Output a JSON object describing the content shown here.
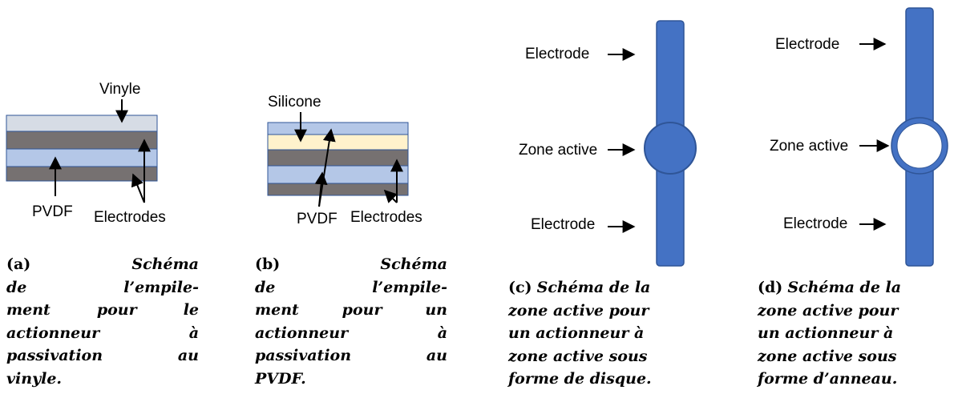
{
  "colors": {
    "electrode_gray": "#767171",
    "pvdf_blue": "#B4C7E7",
    "vinyl_blue": "#D6DCE5",
    "silicone_cream": "#FFF2CC",
    "border_blue": "#2F5597",
    "strip_blue": "#4472C4"
  },
  "panel_a": {
    "labels": {
      "vinyle": "Vinyle",
      "pvdf": "PVDF",
      "electrodes": "Electrodes"
    },
    "caption": {
      "tag": "(a)",
      "lines": [
        [
          "Schéma"
        ],
        [
          "de",
          "l’empile-"
        ],
        [
          "ment",
          "pour",
          "le"
        ],
        [
          "actionneur",
          "à"
        ],
        [
          "passivation",
          "au"
        ],
        [
          "vinyle."
        ]
      ]
    }
  },
  "panel_b": {
    "labels": {
      "silicone": "Silicone",
      "pvdf": "PVDF",
      "electrodes": "Electrodes"
    },
    "caption": {
      "tag": "(b)",
      "lines": [
        [
          "Schéma"
        ],
        [
          "de",
          "l’empile-"
        ],
        [
          "ment",
          "pour",
          "un"
        ],
        [
          "actionneur",
          "à"
        ],
        [
          "passivation",
          "au"
        ],
        [
          "PVDF."
        ]
      ]
    }
  },
  "panel_c": {
    "labels": {
      "electrode_top": "Electrode",
      "zone": "Zone active",
      "electrode_bottom": "Electrode"
    },
    "caption": {
      "tag": "(c)",
      "lines": [
        "Schéma de la",
        "zone active pour",
        "un actionneur à",
        "zone active sous",
        "forme de disque."
      ]
    }
  },
  "panel_d": {
    "labels": {
      "electrode_top": "Electrode",
      "zone": "Zone active",
      "electrode_bottom": "Electrode"
    },
    "caption": {
      "tag": "(d)",
      "lines": [
        "Schéma de la",
        "zone active pour",
        "un actionneur à",
        "zone active sous",
        "forme d’anneau."
      ]
    }
  }
}
